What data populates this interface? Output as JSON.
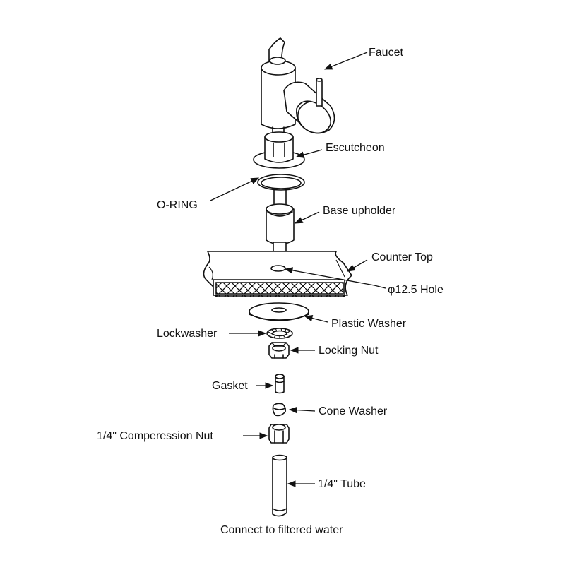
{
  "colors": {
    "line": "#111111",
    "background": "#ffffff"
  },
  "labels": {
    "faucet": "Faucet",
    "escutcheon": "Escutcheon",
    "o_ring": "O-RING",
    "base_upholder": "Base upholder",
    "counter_top": "Counter Top",
    "hole": "φ12.5 Hole",
    "plastic_washer": "Plastic Washer",
    "lockwasher": "Lockwasher",
    "locking_nut": "Locking Nut",
    "gasket": "Gasket",
    "cone_washer": "Cone Washer",
    "compression_nut": "1/4\" Comperession Nut",
    "tube": "1/4\" Tube",
    "connect": "Connect to filtered water"
  }
}
